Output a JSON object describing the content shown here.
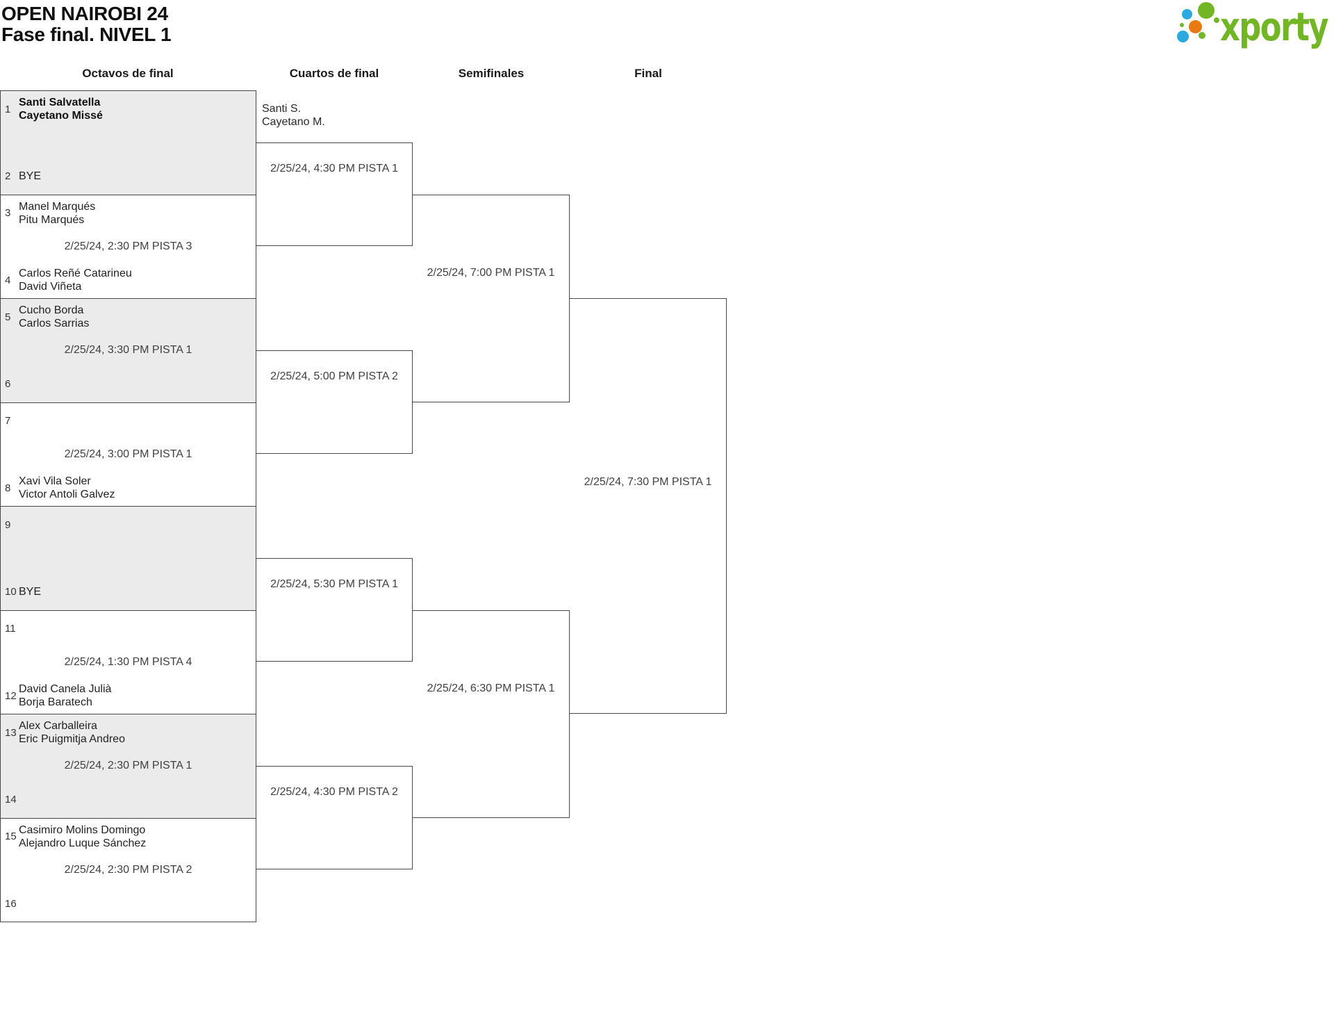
{
  "header": {
    "title_line1": "OPEN NAIROBI 24",
    "title_line2": "Fase final. NIVEL 1"
  },
  "logo": {
    "brand": "xporty",
    "brand_color": "#72b626",
    "dot_colors": {
      "green": "#72b626",
      "blue": "#2ba9e1",
      "orange": "#e87a10"
    }
  },
  "columns": [
    {
      "label": "Octavos de final"
    },
    {
      "label": "Cuartos de final"
    },
    {
      "label": "Semifinales"
    },
    {
      "label": "Final"
    }
  ],
  "round16": [
    {
      "seed_top": "1",
      "team_top": [
        "Santi Salvatella",
        "Cayetano Missé"
      ],
      "top_bold": true,
      "date": "",
      "seed_bottom": "2",
      "team_bottom": [
        "BYE"
      ]
    },
    {
      "seed_top": "3",
      "team_top": [
        "Manel Marqués",
        "Pitu Marqués"
      ],
      "date": "2/25/24, 2:30 PM PISTA 3",
      "seed_bottom": "4",
      "team_bottom": [
        "Carlos Reñé Catarineu",
        "David Viñeta"
      ]
    },
    {
      "seed_top": "5",
      "team_top": [
        "Cucho Borda",
        "Carlos Sarrias"
      ],
      "date": "2/25/24, 3:30 PM PISTA 1",
      "seed_bottom": "6",
      "team_bottom": []
    },
    {
      "seed_top": "7",
      "team_top": [],
      "date": "2/25/24, 3:00 PM PISTA 1",
      "seed_bottom": "8",
      "team_bottom": [
        "Xavi Vila Soler",
        "Victor Antoli Galvez"
      ]
    },
    {
      "seed_top": "9",
      "team_top": [],
      "date": "",
      "seed_bottom": "10",
      "team_bottom": [
        "BYE"
      ]
    },
    {
      "seed_top": "11",
      "team_top": [],
      "date": "2/25/24, 1:30 PM PISTA 4",
      "seed_bottom": "12",
      "team_bottom": [
        "David Canela Julià",
        "Borja Baratech"
      ]
    },
    {
      "seed_top": "13",
      "team_top": [
        "Alex Carballeira",
        "Eric Puigmitja Andreo"
      ],
      "date": "2/25/24, 2:30 PM PISTA 1",
      "seed_bottom": "14",
      "team_bottom": []
    },
    {
      "seed_top": "15",
      "team_top": [
        "Casimiro Molins Domingo",
        "Alejandro Luque Sánchez"
      ],
      "date": "2/25/24, 2:30 PM PISTA 2",
      "seed_bottom": "16",
      "team_bottom": []
    }
  ],
  "quarterfinals": [
    {
      "advancing": [
        "Santi S.",
        "Cayetano M."
      ],
      "date": "2/25/24, 4:30 PM PISTA 1"
    },
    {
      "advancing": [],
      "date": "2/25/24, 5:00 PM PISTA 2"
    },
    {
      "advancing": [],
      "date": "2/25/24, 5:30 PM PISTA 1"
    },
    {
      "advancing": [],
      "date": "2/25/24, 4:30 PM PISTA 2"
    }
  ],
  "semifinals": [
    {
      "date": "2/25/24, 7:00 PM PISTA 1"
    },
    {
      "date": "2/25/24, 6:30 PM PISTA 1"
    }
  ],
  "final": {
    "date": "2/25/24, 7:30 PM PISTA 1"
  }
}
